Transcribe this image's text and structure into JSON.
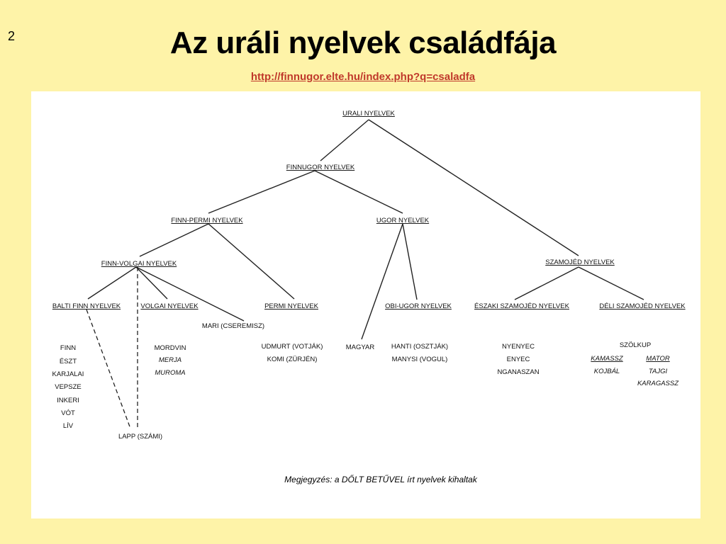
{
  "slide": {
    "number": "2",
    "title": "Az uráli nyelvek családfája",
    "link": "http://finnugor.elte.hu/index.php?q=csaladfa"
  },
  "tree": {
    "urali": "URALI NYELVEK",
    "finnugor": "FINNUGOR NYELVEK",
    "finn_permi": "FINN-PERMI NYELVEK",
    "ugor": "UGOR NYELVEK",
    "szamojed": "SZAMOJÉD NYELVEK",
    "finn_volgai": "FINN-VOLGAI NYELVEK",
    "balti_finn": "BALTI FINN NYELVEK",
    "volgai": "VOLGAI NYELVEK",
    "mari": "MARI (CSEREMISZ)",
    "permi": "PERMI NYELVEK",
    "obi_ugor": "OBI-UGOR NYELVEK",
    "eszaki_szamojed": "ÉSZAKI SZAMOJÉD NYELVEK",
    "deli_szamojed": "DÉLI SZAMOJÉD NYELVEK",
    "lapp": "LAPP (SZÁMI)",
    "magyar": "MAGYAR"
  },
  "languages": {
    "balti_finn": [
      "FINN",
      "ÉSZT",
      "KARJALAI",
      "VEPSZE",
      "INKERI",
      "VÓT",
      "LÍV"
    ],
    "volgai": [
      {
        "name": "MORDVIN",
        "extinct": false
      },
      {
        "name": "MERJA",
        "extinct": true
      },
      {
        "name": "MUROMA",
        "extinct": true
      }
    ],
    "permi": [
      "UDMURT (VOTJÁK)",
      "KOMI (ZÜRJÉN)"
    ],
    "obi_ugor": [
      "HANTI (OSZTJÁK)",
      "MANYSI (VOGUL)"
    ],
    "eszaki_szamojed": [
      "NYENYEC",
      "ENYEC",
      "NGANASZAN"
    ],
    "deli_szamojed": {
      "top": "SZÖLKUP",
      "left": [
        {
          "name": "KAMASSZ",
          "extinct": true
        },
        {
          "name": "KOJBÁL",
          "extinct": true
        }
      ],
      "right": [
        {
          "name": "MATOR",
          "extinct": true
        },
        {
          "name": "TAJGI",
          "extinct": true
        },
        {
          "name": "KARAGASSZ",
          "extinct": true
        }
      ]
    }
  },
  "note": "Megjegyzés: a DŐLT BETŰVEL írt nyelvek kihaltak",
  "colors": {
    "background": "#FEF3A8",
    "panel": "#FFFFFF",
    "link": "#C0392B",
    "lines": "#222222"
  }
}
